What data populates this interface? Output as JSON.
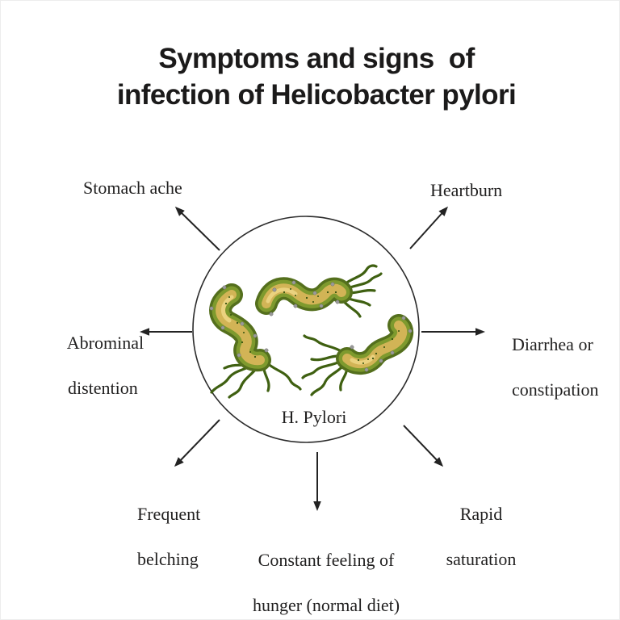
{
  "title": {
    "line1": "Symptoms and signs  of",
    "line2": "infection of Helicobacter pylori"
  },
  "diagram": {
    "center_label": "H. Pylori"
  },
  "symptoms": {
    "stomach_ache": "Stomach ache",
    "heartburn": "Heartburn",
    "abdominal_line1": "Abrominal",
    "abdominal_line2": "distention",
    "diarrhea_line1": "Diarrhea or",
    "diarrhea_line2": "constipation",
    "belching_line1": "Frequent",
    "belching_line2": "belching",
    "hunger_line1": "Constant feeling of",
    "hunger_line2": "hunger (normal diet)",
    "rapid_line1": "Rapid",
    "rapid_line2": "saturation"
  },
  "colors": {
    "background": "#ffffff",
    "text": "#201f1f",
    "line": "#232323",
    "circle_stroke": "#2b2b2b",
    "bacteria_outer": "#546f1d",
    "bacteria_mid": "#7e9a2e",
    "bacteria_core": "#d2b456",
    "bacteria_highlight": "#ecd584",
    "flagella": "#3f6011",
    "membrane_dot": "#9a9a9a"
  }
}
